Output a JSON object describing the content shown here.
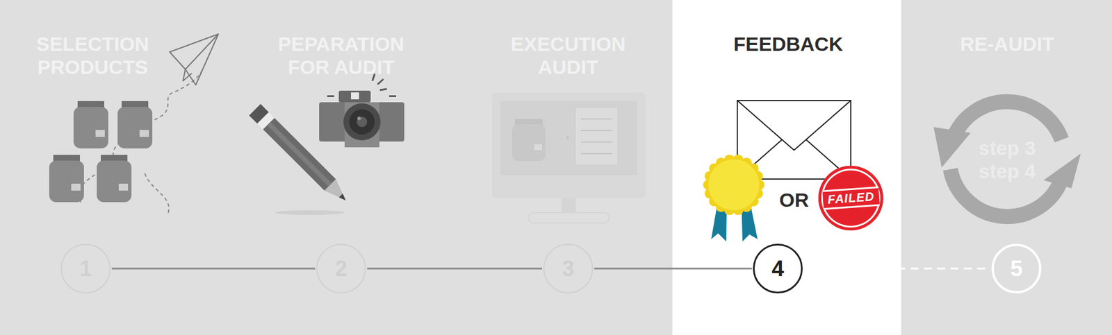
{
  "diagram": {
    "nodes": [
      {
        "text": [
          "1"
        ]
      },
      {
        "text": [
          "2"
        ]
      },
      {
        "text": [
          "3"
        ]
      },
      {
        "text": [
          "4"
        ]
      },
      {
        "text": [
          "5"
        ]
      },
      {
        "text": [
          "FAILED"
        ]
      }
    ],
    "edges": [
      {
        "from": 0,
        "to": 1,
        "arrow": "none"
      },
      {
        "from": 1,
        "to": 2,
        "arrow": "none"
      },
      {
        "from": 2,
        "to": 3,
        "arrow": "none"
      },
      {
        "from": 3,
        "to": 4,
        "arrow": "none"
      }
    ],
    "labels": [
      "SELECTION PRODUCTS",
      "PEPARATION FOR AUDIT",
      "EXECUTION AUDIT",
      "FEEDBACK",
      "RE-AUDIT",
      "OR",
      "step 3 step 4"
    ]
  }
}
